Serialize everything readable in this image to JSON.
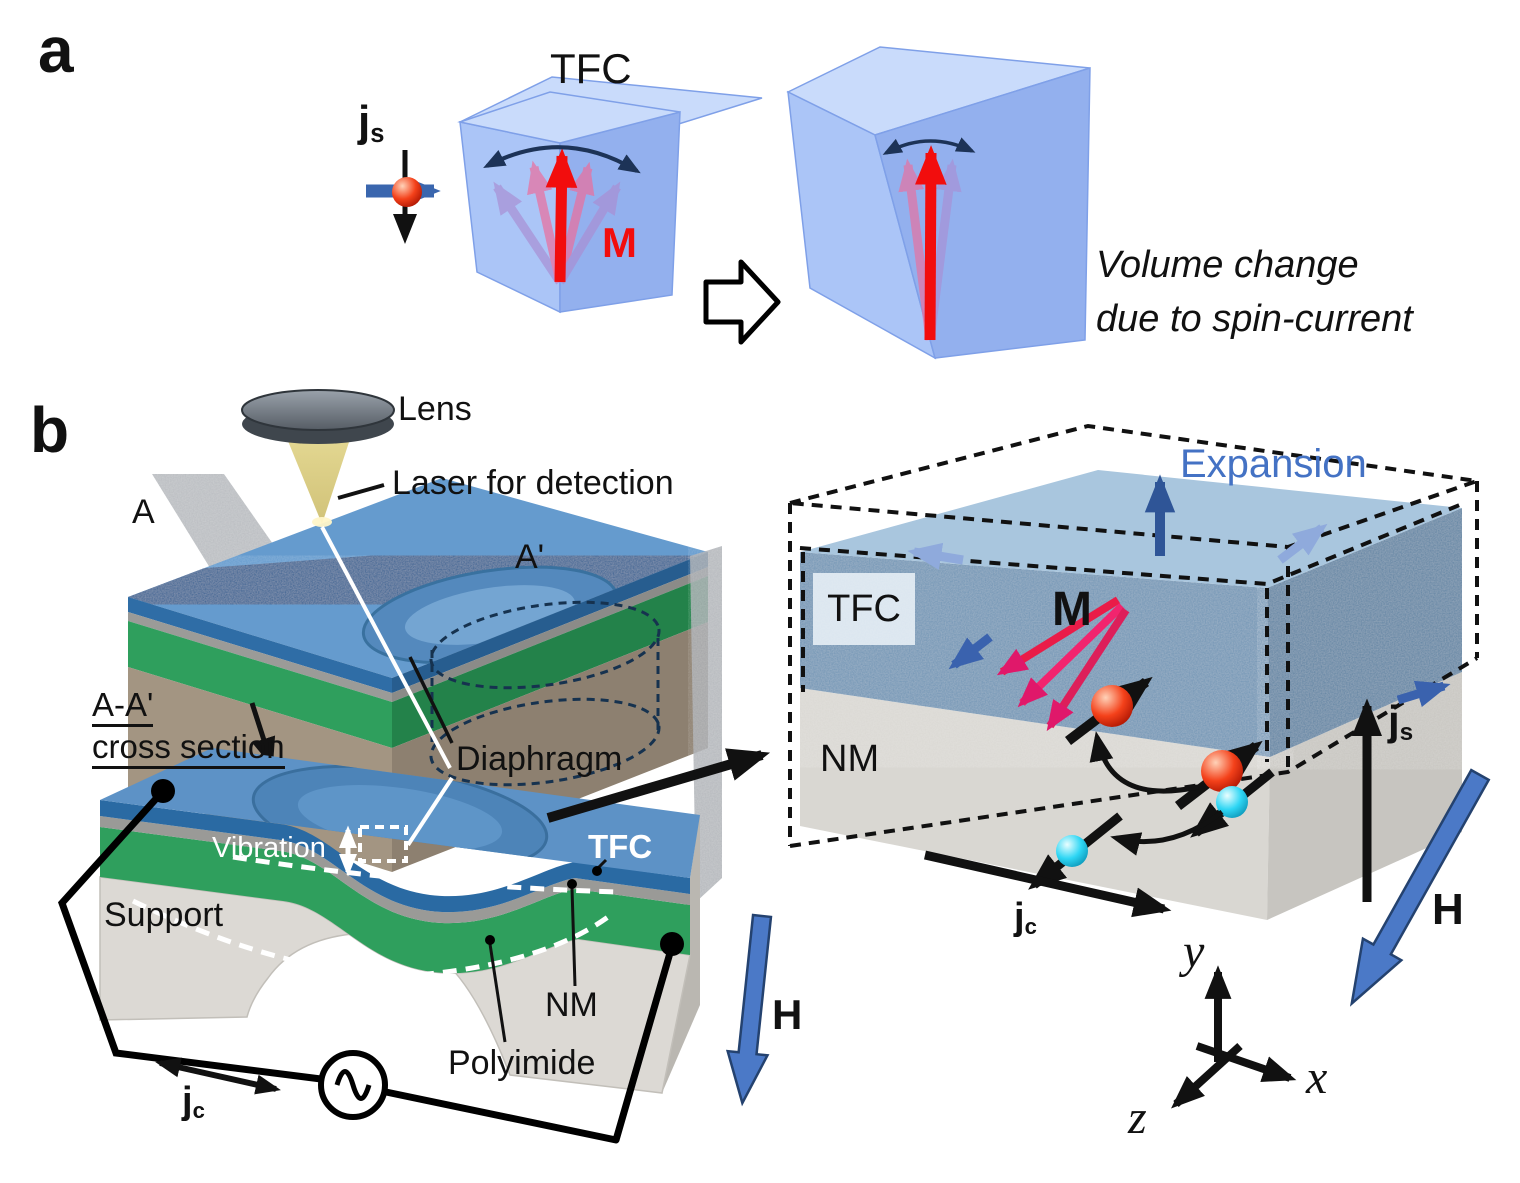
{
  "colors": {
    "field_arrow_blue": "#4b79c7",
    "expansion_text_blue": "#4472c4",
    "magnetization_red": "#f20d0d",
    "m_fan_crimson": "#e8175d",
    "spin_up_sphere_red": "#f4411a",
    "spin_down_sphere_cyan": "#2ed6f4",
    "tfc_layer_blue": "#2a6aa3",
    "nm_layer_gray": "#9a9a97",
    "polyimide_green": "#2f9f5d",
    "support_gray": "#dcd9d4",
    "cube_blue": "#abc5f7"
  },
  "panel_a": {
    "label": "a",
    "tfc_label": "TFC",
    "spin_current": {
      "main": "j",
      "sub": "s"
    },
    "magnetization_label": "M",
    "caption_line1": "Volume change",
    "caption_line2": "due to spin-current"
  },
  "panel_b": {
    "label": "b",
    "lens_label": "Lens",
    "laser_label": "Laser for detection",
    "section_a": "A",
    "section_a_prime": "A'",
    "section_title_1": "A-A'",
    "section_title_2": "cross section",
    "diaphragm_label": "Diaphragm",
    "vibration_label": "Vibration",
    "tfc_label": "TFC",
    "support_label": "Support",
    "nm_label": "NM",
    "polyimide_label": "Polyimide",
    "charge_current": {
      "main": "j",
      "sub": "c"
    },
    "field_label": "H",
    "right": {
      "expansion_label": "Expansion",
      "tfc_label": "TFC",
      "magnetization_label": "M",
      "nm_label": "NM",
      "spin_current": {
        "main": "j",
        "sub": "s"
      },
      "charge_current": {
        "main": "j",
        "sub": "c"
      },
      "field_label": "H",
      "axis_x": "x",
      "axis_y": "y",
      "axis_z": "z"
    }
  }
}
